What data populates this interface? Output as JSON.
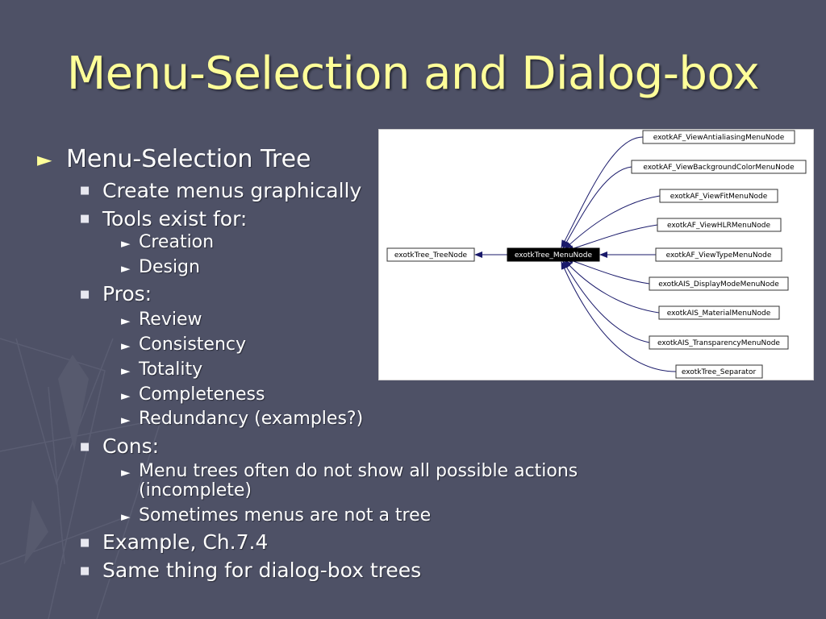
{
  "title": "Menu-Selection and Dialog-box",
  "bullets": {
    "tree": "Menu-Selection Tree",
    "create": "Create menus graphically",
    "tools": "Tools exist for:",
    "creation": "Creation",
    "design": "Design",
    "pros": "Pros:",
    "review": "Review",
    "consistency": "Consistency",
    "totality": "Totality",
    "completeness": "Completeness",
    "redundancy": "Redundancy (examples?)",
    "cons": "Cons:",
    "menu_trees_1": "Menu trees often do not show all possible actions",
    "menu_trees_2": "(incomplete)",
    "sometimes": "Sometimes menus are not a tree",
    "example": "Example, Ch.7.4",
    "same": "Same thing for dialog-box trees"
  },
  "diagram": {
    "root": "exotkTree_TreeNode",
    "center": "exotkTree_MenuNode",
    "children": [
      "exotkAF_ViewAntialiasingMenuNode",
      "exotkAF_ViewBackgroundColorMenuNode",
      "exotkAF_ViewFitMenuNode",
      "exotkAF_ViewHLRMenuNode",
      "exotkAF_ViewTypeMenuNode",
      "exotkAIS_DisplayModeMenuNode",
      "exotkAIS_MaterialMenuNode",
      "exotkAIS_TransparencyMenuNode",
      "exotkTree_Separator"
    ]
  },
  "colors": {
    "background": "#4e5166",
    "title": "#ffff99",
    "arrow": "#1a1a6a"
  }
}
